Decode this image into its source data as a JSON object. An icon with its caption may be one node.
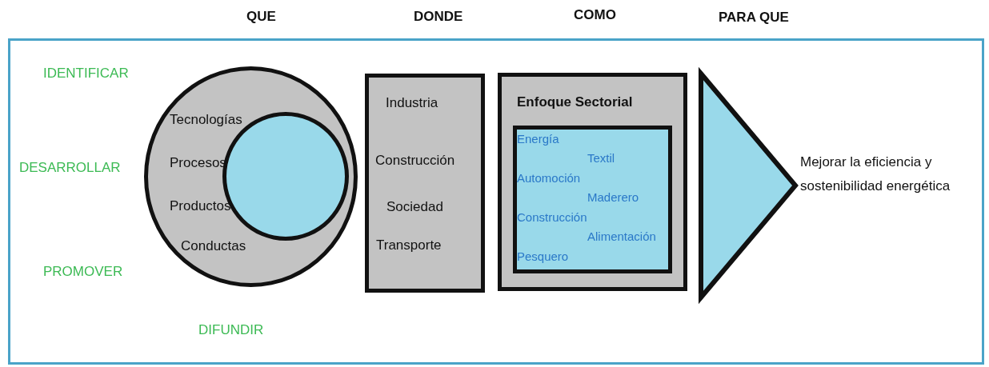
{
  "diagram": {
    "nodes": [
      {
        "text": [],
        "shape": "box"
      },
      {
        "text": [
          "Tecnologías",
          "Procesos",
          "Productos",
          "Conductas"
        ],
        "in": 0
      },
      {
        "text": [],
        "shape": "circle",
        "in": 1
      },
      {
        "text": [
          "Industria",
          "Construcción",
          "Sociedad",
          "Transporte"
        ],
        "in": 0
      },
      {
        "text": [
          "Enfoque Sectorial"
        ],
        "in": 0
      },
      {
        "text": [
          "Energía",
          "Textil",
          "Automoción",
          "Maderero",
          "Construcción",
          "Alimentación",
          "Pesquero"
        ],
        "in": 4
      },
      {
        "text": [],
        "shape": "triangle",
        "in": 0,
        "beside": [
          "Mejorar la eficiencia y sostenibilidad energética"
        ]
      }
    ],
    "labels": [
      "QUE",
      "DONDE",
      "COMO",
      "PARA QUE",
      "IDENTIFICAR",
      "DESARROLLAR",
      "PROMOVER",
      "DIFUNDIR"
    ]
  }
}
